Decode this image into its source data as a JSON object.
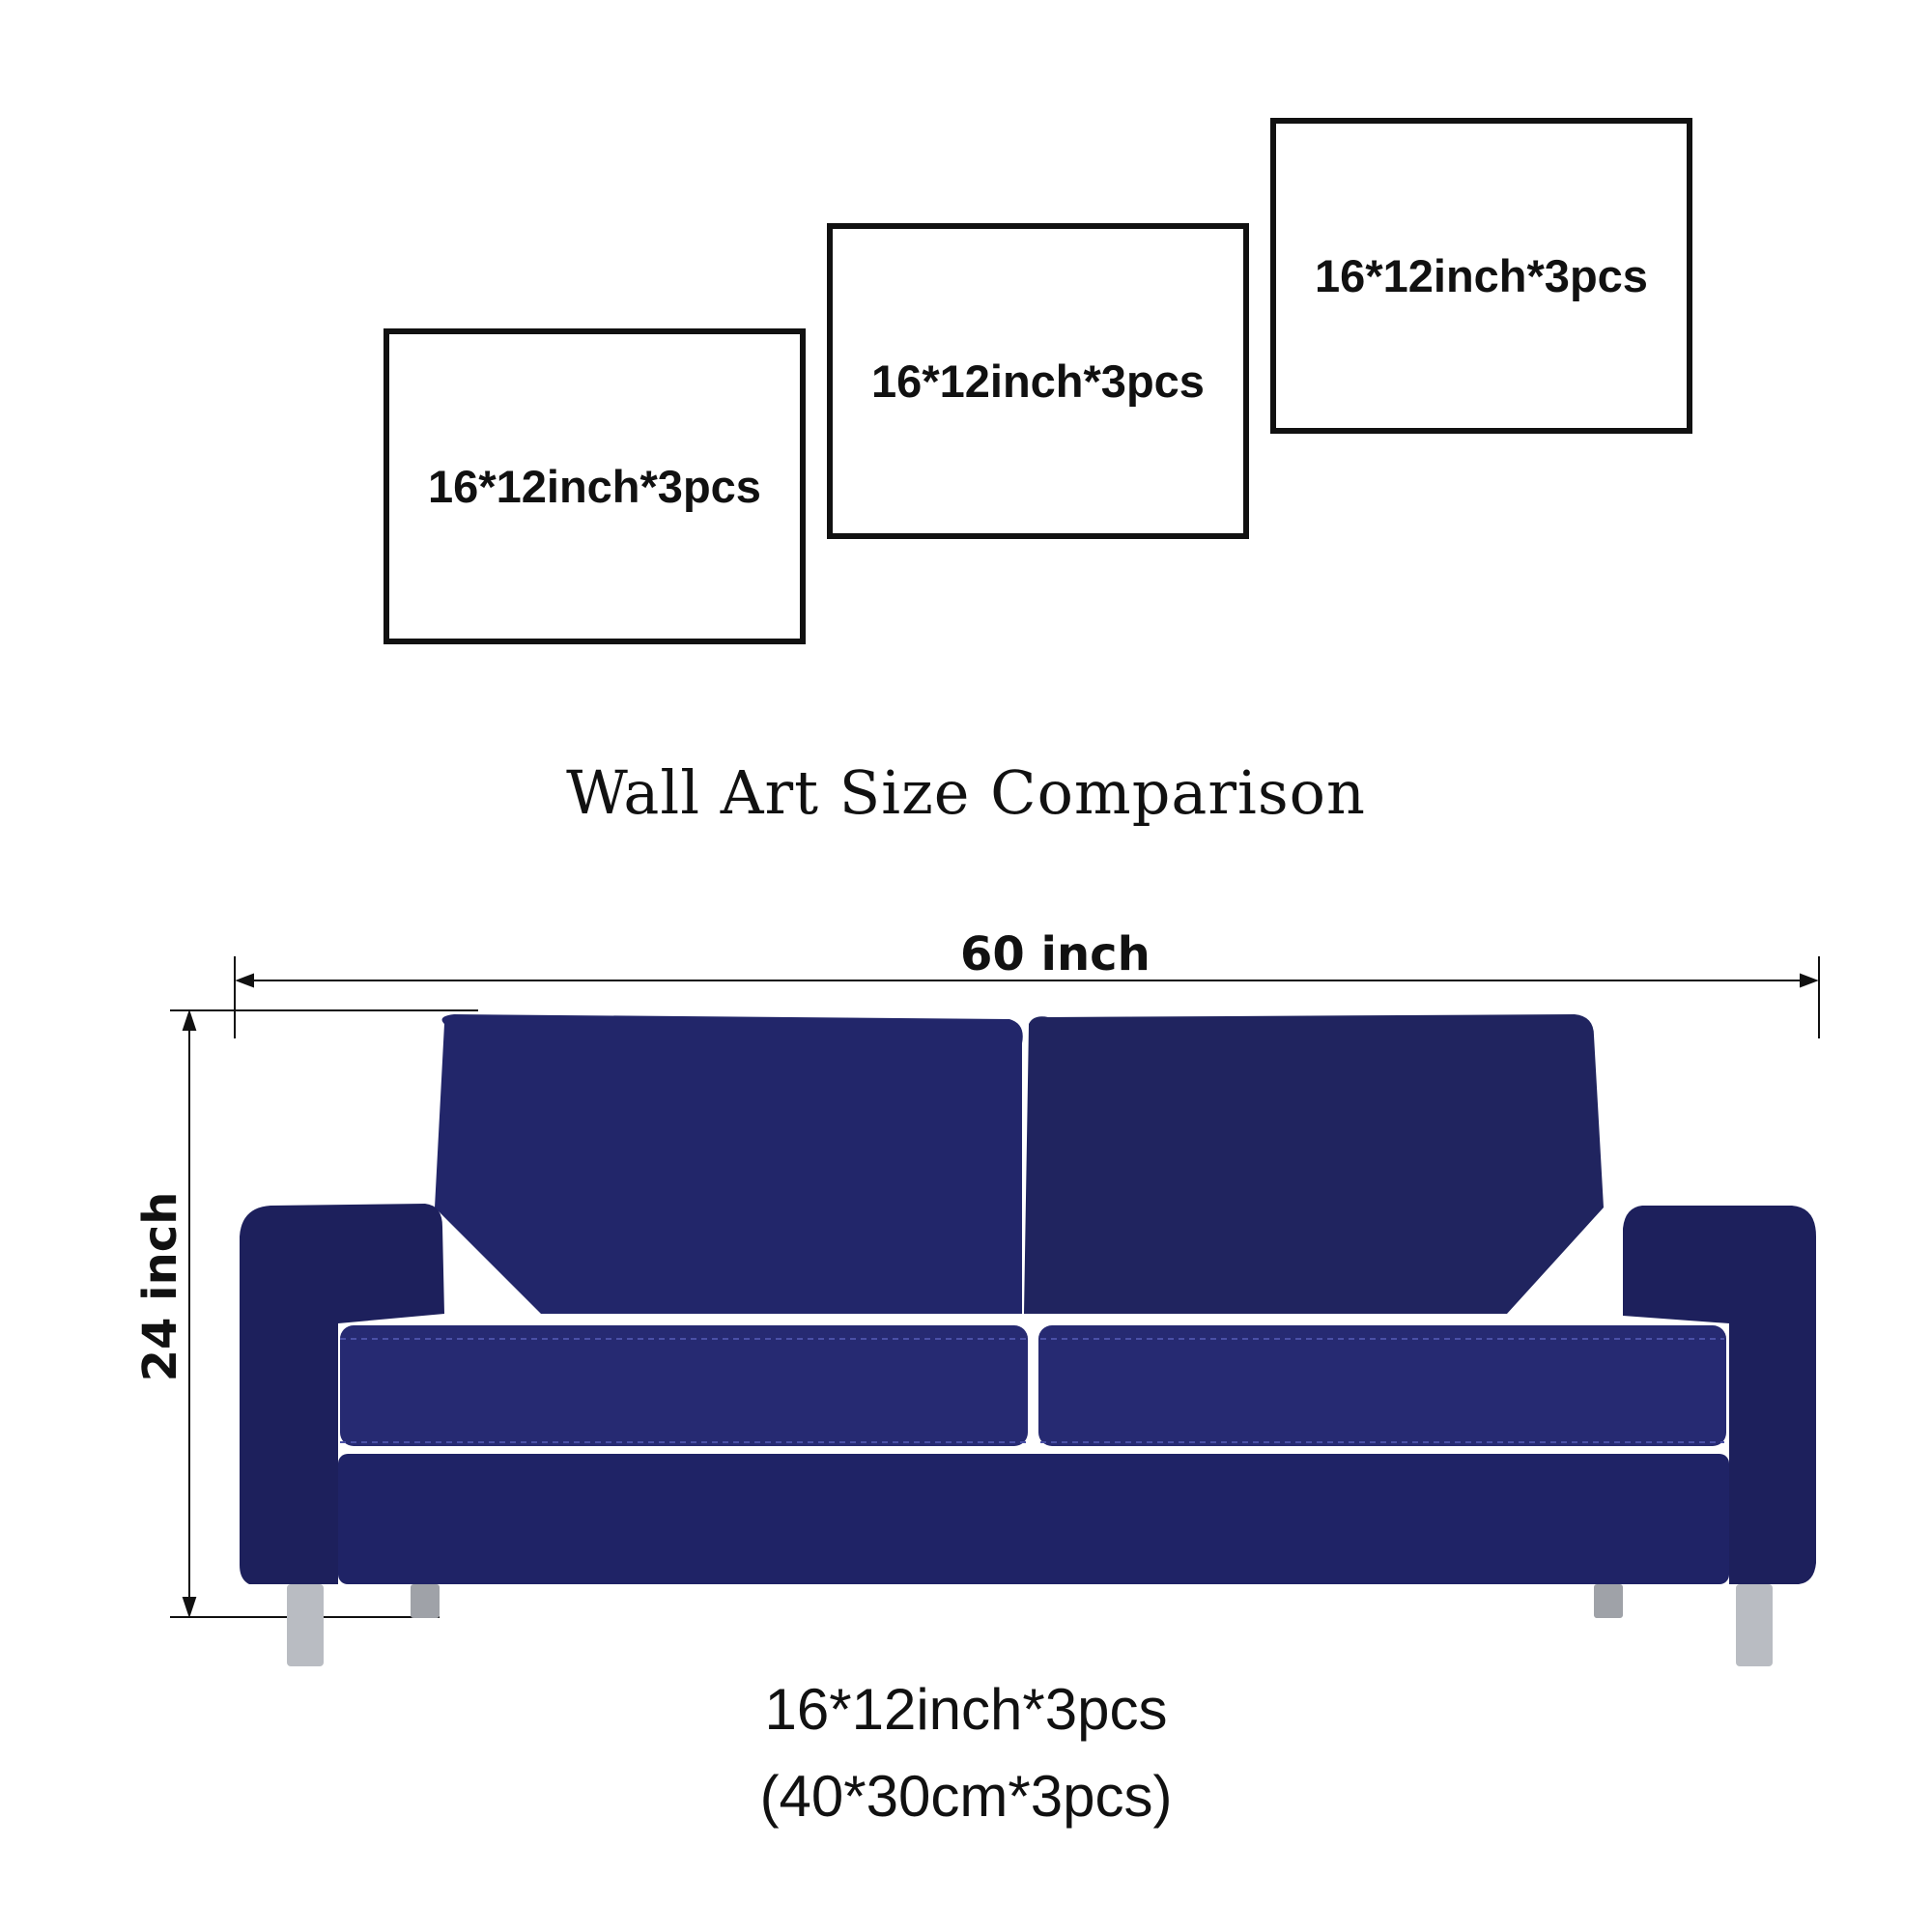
{
  "frames": [
    {
      "label": "16*12inch*3pcs"
    },
    {
      "label": "16*12inch*3pcs"
    },
    {
      "label": "16*12inch*3pcs"
    }
  ],
  "title": "Wall Art Size Comparison",
  "dimensions": {
    "width_label": "60 inch",
    "height_label": "24 inch"
  },
  "caption": {
    "size_inch": "16*12inch*3pcs",
    "size_cm": "(40*30cm*3pcs)"
  },
  "colors": {
    "sofa": "#1f2260",
    "sofa_highlight": "#2e3282",
    "legs": "#b9bcc2",
    "lines": "#111111"
  }
}
